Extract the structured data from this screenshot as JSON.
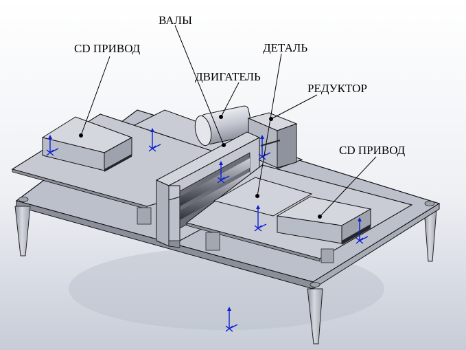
{
  "labels": {
    "cd_drive_left": "CD ПРИВОД",
    "shafts": "ВАЛЫ",
    "part": "ДЕТАЛЬ",
    "motor": "ДВИГАТЕЛЬ",
    "reducer": "РЕДУКТОР",
    "cd_drive_right": "CD ПРИВОД"
  },
  "colors": {
    "background_top": "#ffffff",
    "background_bottom": "#c7ccd7",
    "metal_face": "#bcc0cb",
    "metal_light": "#cfd2db",
    "metal_dark": "#3a3b44",
    "outline": "#101010",
    "axis_marker": "#0b1fd1"
  }
}
